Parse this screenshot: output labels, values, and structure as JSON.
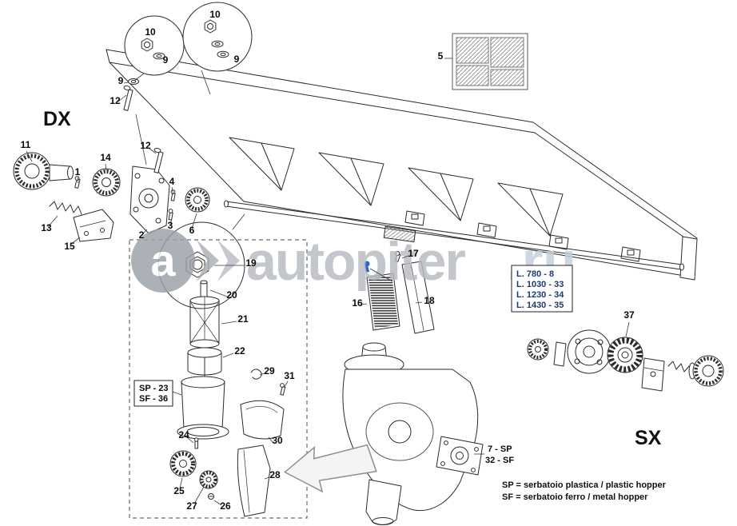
{
  "diagram": {
    "orientation_labels": {
      "left": "DX",
      "right": "SX"
    },
    "callouts": [
      {
        "label": "10"
      },
      {
        "label": "9"
      },
      {
        "label": "10"
      },
      {
        "label": "9"
      },
      {
        "label": "9"
      },
      {
        "label": "12"
      },
      {
        "label": "12"
      },
      {
        "label": "5"
      },
      {
        "label": "11"
      },
      {
        "label": "14"
      },
      {
        "label": "1"
      },
      {
        "label": "4"
      },
      {
        "label": "13"
      },
      {
        "label": "15"
      },
      {
        "label": "2"
      },
      {
        "label": "3"
      },
      {
        "label": "6"
      },
      {
        "label": "19"
      },
      {
        "label": "17"
      },
      {
        "label": "16"
      },
      {
        "label": "18"
      },
      {
        "label": "20"
      },
      {
        "label": "21"
      },
      {
        "label": "22"
      },
      {
        "label": "29"
      },
      {
        "label": "31"
      },
      {
        "label": "24"
      },
      {
        "label": "30"
      },
      {
        "label": "28"
      },
      {
        "label": "25"
      },
      {
        "label": "27"
      },
      {
        "label": "26"
      },
      {
        "label": "37"
      }
    ],
    "shaft_length_box": {
      "lines": [
        "L. 780 - 8",
        "L. 1030 - 33",
        "L. 1230 - 34",
        "L. 1430 - 35"
      ]
    },
    "hopper_variant_box": {
      "lines": [
        "SP - 23",
        "SF - 36"
      ]
    },
    "gearbox_variant": {
      "lines": [
        "7 - SP",
        "32 - SF"
      ]
    },
    "legend": {
      "lines": [
        "SP = serbatoio plastica / plastic hopper",
        "SF = serbatoio ferro / metal hopper"
      ]
    }
  },
  "watermark": {
    "logo_letter": "a",
    "brand": "autopiter",
    "tld": ".ru"
  },
  "colors": {
    "line": "#2b2b2b",
    "highlight_blue": "#2f63c9",
    "length_text_navy": "#1d3a6e",
    "watermark_gray": "#b6babf",
    "watermark_blue": "#c3cfdb"
  }
}
